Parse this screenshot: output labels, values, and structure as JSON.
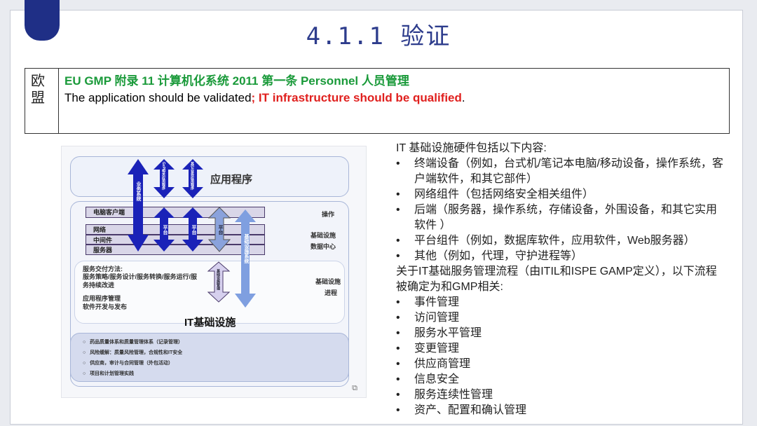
{
  "title": "4.1.1 验证",
  "table": {
    "region": "欧盟",
    "heading": "EU GMP 附录 11 计算机化系统 2011 第一条 Personnel 人员管理",
    "sentence_a": "The application should be validated",
    "sentence_b": "; IT infrastructure should be qualified",
    "sentence_end": "."
  },
  "diagram": {
    "applications": "应用程序",
    "layers": [
      "电脑客户端",
      "网络",
      "中间件",
      "服务器"
    ],
    "right_labels": [
      "操作",
      "基础设施",
      "数据中心",
      "基础设施",
      "进程"
    ],
    "arrows": [
      "业务系统",
      "GxP相关应用程序",
      "其它业务应用程序",
      "平台",
      "平台",
      "平台",
      "基础设施系统",
      "基础设施管理"
    ],
    "service_text": [
      "服务交付方法:",
      "服务策略/服务设计/服务转换/服务运行/服务持续改进"
    ],
    "app_mgmt": [
      "应用程序管理",
      "软件开发与发布"
    ],
    "it_infra": "IT基础设施",
    "bottom_items": [
      "药品质量体系和质量管理体系（记录管理）",
      "风险缓解：质量风险管理，合规性和IT安全",
      "供应商，审计与合同管理（外包活动）",
      "项目和计划管理实践"
    ]
  },
  "right": {
    "intro": "IT 基础设施硬件包括以下内容:",
    "hardware": [
      "终端设备（例如，台式机/笔记本电脑/移动设备，操作系统，客户端软件，和其它部件）",
      "网络组件（包括网络安全相关组件）",
      "后端（服务器，操作系统，存储设备，外围设备，和其它实用软件 ）",
      "平台组件（例如，数据库软件，应用软件，Web服务器）",
      "其他（例如，代理，守护进程等）"
    ],
    "process_intro": "关于IT基础服务管理流程（由ITIL和ISPE GAMP定义），以下流程被确定为和GMP相关:",
    "processes": [
      "事件管理",
      "访问管理",
      "服务水平管理",
      "变更管理",
      "供应商管理",
      "信息安全",
      "服务连续性管理",
      "资产、配置和确认管理"
    ]
  },
  "colors": {
    "title": "#2d3c8c",
    "green": "#1a9a3a",
    "red": "#e0201e",
    "tab": "#1f2f86"
  }
}
